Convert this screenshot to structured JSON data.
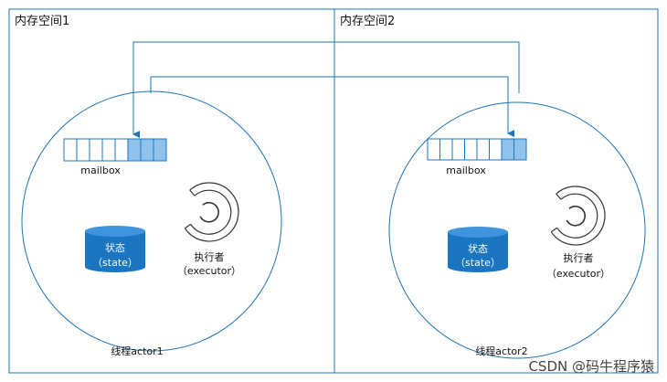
{
  "diagram": {
    "colors": {
      "outline": "#1b75bb",
      "cylinder": "#1b76c2",
      "cylinder_top": "#3e95dd",
      "mailbox_filled": "#8fc3ec",
      "text": "#111111"
    },
    "panels": [
      {
        "title": "内存空间1",
        "actor_label": "线程actor1",
        "mailbox_label": "mailbox",
        "mailbox_slots": 8,
        "mailbox_filled": 3,
        "state_label": "状态",
        "state_sub": "（state）",
        "executor_label": "执行者",
        "executor_sub": "（executor）"
      },
      {
        "title": "内存空间2",
        "actor_label": "线程actor2",
        "mailbox_label": "mailbox",
        "mailbox_slots": 8,
        "mailbox_filled": 2,
        "state_label": "状态",
        "state_sub": "（state）",
        "executor_label": "执行者",
        "executor_sub": "（executor）"
      }
    ],
    "watermark": "CSDN @码牛程序猿"
  }
}
